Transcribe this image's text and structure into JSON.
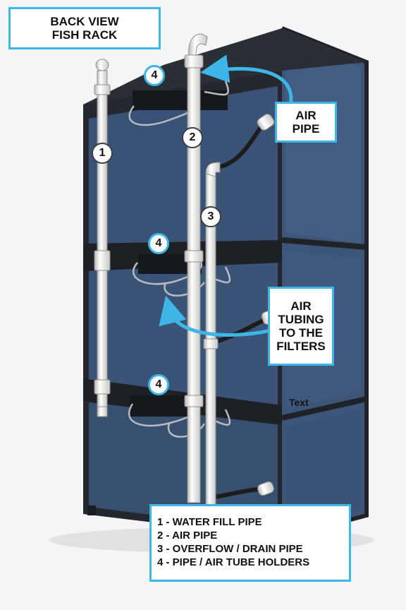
{
  "title": {
    "line1": "BACK VIEW",
    "line2": "FISH RACK"
  },
  "callouts": {
    "air_pipe": {
      "line1": "AIR",
      "line2": "PIPE"
    },
    "air_tubing": {
      "line1": "AIR",
      "line2": "TUBING",
      "line3": "TO THE",
      "line4": "FILTERS"
    }
  },
  "markers": {
    "water_fill": "1",
    "air_pipe": "2",
    "drain_pipe": "3",
    "holder_top": "4",
    "holder_middle": "4",
    "holder_bottom": "4"
  },
  "side_text": "Text",
  "legend": {
    "items": [
      "1 - WATER FILL PIPE",
      "2 - AIR PIPE",
      "3 - OVERFLOW / DRAIN PIPE",
      "4 - PIPE / AIR TUBE HOLDERS"
    ]
  },
  "colors": {
    "panel": "#3a5275",
    "frame": "#23272d",
    "pipe": "#eeeeea",
    "accent": "#3fb6e8",
    "tubing": "#1c1c1c"
  }
}
